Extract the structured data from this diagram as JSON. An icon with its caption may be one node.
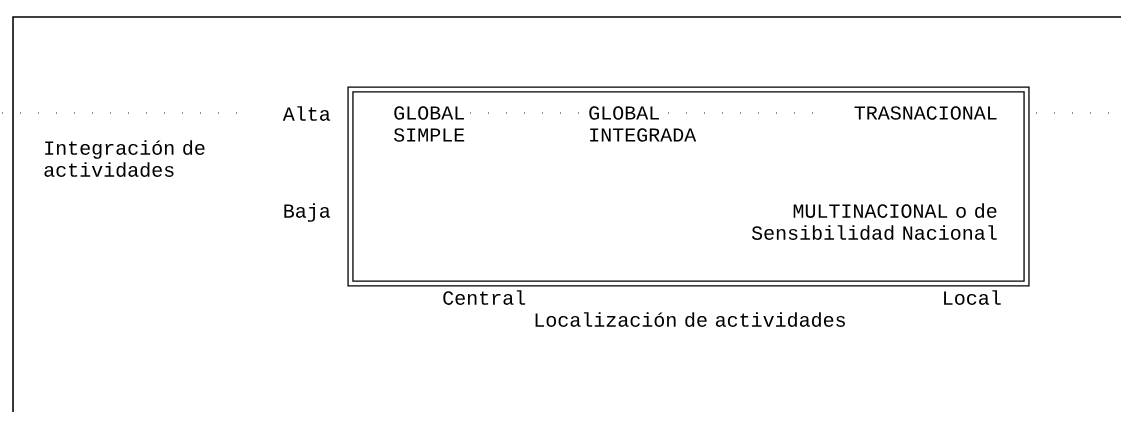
{
  "diagram": {
    "nodes": [
      {
        "text": [
          "GLOBAL SIMPLE",
          "GLOBAL INTEGRADA",
          "TRASNACIONAL",
          "MULTINACIONAL o de Sensibilidad Nacional"
        ]
      }
    ],
    "labels": [
      "Alta",
      "Integración de actividades",
      "Baja",
      "Central",
      "Local",
      "Localización de actividades"
    ]
  }
}
